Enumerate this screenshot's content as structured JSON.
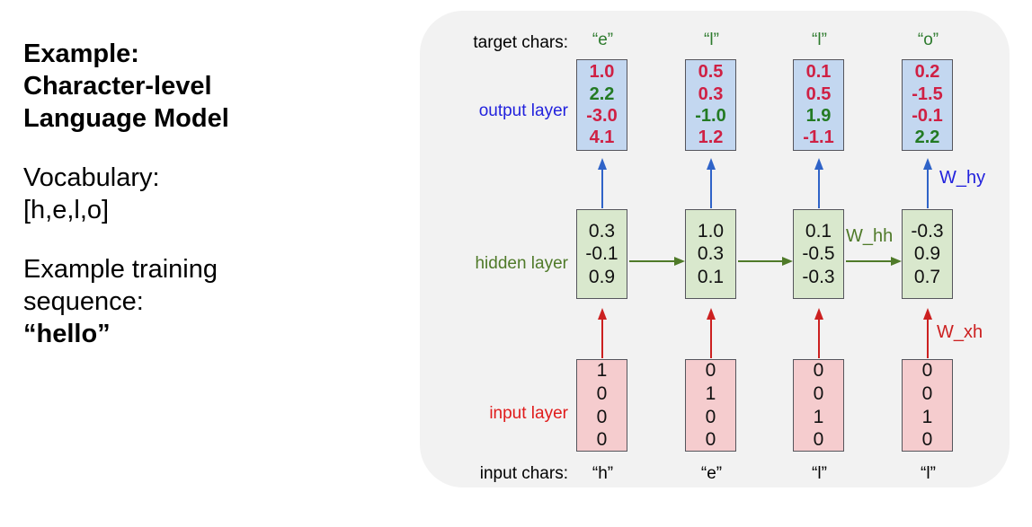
{
  "left_panel": {
    "heading_lines": [
      "Example:",
      "Character-level",
      "Language Model"
    ],
    "vocabulary_lines": [
      "Vocabulary:",
      "[h,e,l,o]"
    ],
    "sequence_lines": [
      "Example training",
      "sequence:"
    ],
    "sequence_value": "“hello”"
  },
  "diagram": {
    "labels": {
      "target_chars": "target chars:",
      "output_layer": "output layer",
      "hidden_layer": "hidden layer",
      "input_layer": "input layer",
      "input_chars": "input chars:"
    },
    "weights": {
      "w_hy": "W_hy",
      "w_xh": "W_xh",
      "w_hh": "W_hh"
    },
    "colors": {
      "panel_bg": "#f2f2f2",
      "output_box": "#c3d7f0",
      "hidden_box": "#d9e8cd",
      "input_box": "#f5ccce",
      "box_border": "#55555c",
      "output_label": "#2222dd",
      "hidden_label": "#4f7a29",
      "input_label": "#e01b1b",
      "value_high": "#237a23",
      "value_low": "#cf2044",
      "arrow_output": "#2f63c8",
      "arrow_input": "#cc2020",
      "arrow_hidden": "#4f7a29",
      "target_char": "#2c7a2c"
    },
    "timesteps": [
      {
        "target_char": "“e”",
        "input_char": "“h”",
        "output": [
          {
            "value": "1.0",
            "highlight": false
          },
          {
            "value": "2.2",
            "highlight": true
          },
          {
            "value": "-3.0",
            "highlight": false
          },
          {
            "value": "4.1",
            "highlight": false
          }
        ],
        "hidden": [
          "0.3",
          "-0.1",
          "0.9"
        ],
        "input": [
          "1",
          "0",
          "0",
          "0"
        ]
      },
      {
        "target_char": "“l”",
        "input_char": "“e”",
        "output": [
          {
            "value": "0.5",
            "highlight": false
          },
          {
            "value": "0.3",
            "highlight": false
          },
          {
            "value": "-1.0",
            "highlight": true
          },
          {
            "value": "1.2",
            "highlight": false
          }
        ],
        "hidden": [
          "1.0",
          "0.3",
          "0.1"
        ],
        "input": [
          "0",
          "1",
          "0",
          "0"
        ]
      },
      {
        "target_char": "“l”",
        "input_char": "“l”",
        "output": [
          {
            "value": "0.1",
            "highlight": false
          },
          {
            "value": "0.5",
            "highlight": false
          },
          {
            "value": "1.9",
            "highlight": true
          },
          {
            "value": "-1.1",
            "highlight": false
          }
        ],
        "hidden": [
          "0.1",
          "-0.5",
          "-0.3"
        ],
        "input": [
          "0",
          "0",
          "1",
          "0"
        ]
      },
      {
        "target_char": "“o”",
        "input_char": "“l”",
        "output": [
          {
            "value": "0.2",
            "highlight": false
          },
          {
            "value": "-1.5",
            "highlight": false
          },
          {
            "value": "-0.1",
            "highlight": false
          },
          {
            "value": "2.2",
            "highlight": true
          }
        ],
        "hidden": [
          "-0.3",
          "0.9",
          "0.7"
        ],
        "input": [
          "0",
          "0",
          "1",
          "0"
        ]
      }
    ]
  }
}
